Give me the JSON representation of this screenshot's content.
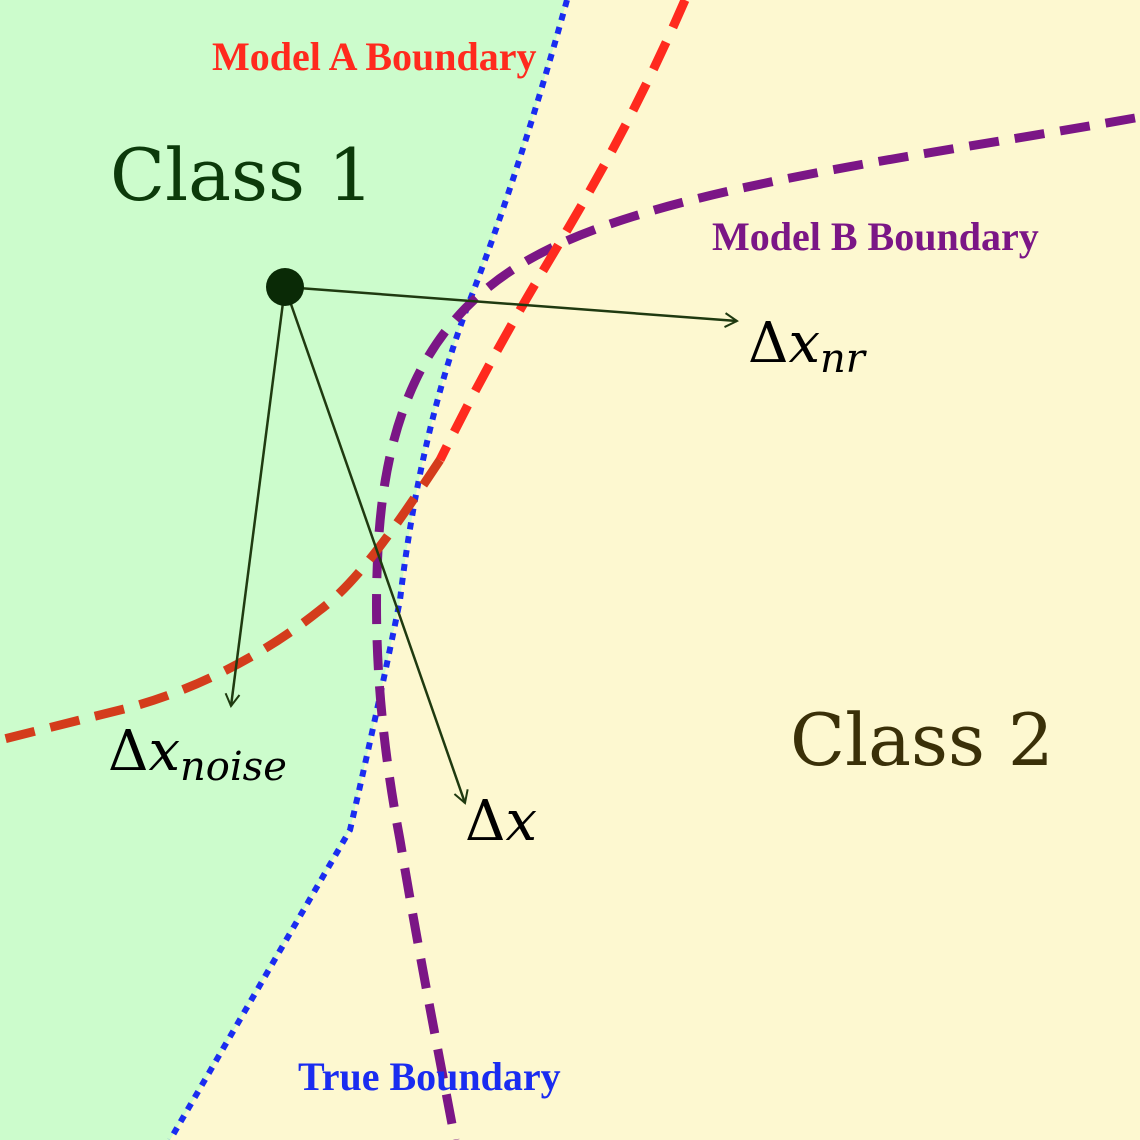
{
  "colors": {
    "class1_region": "#ccfccc",
    "class2_region": "#fdf8d0",
    "model_a": "#ff2a1e",
    "model_a_lower": "#d43c1c",
    "model_b": "#7b1686",
    "true_boundary": "#1a2cf0",
    "point": "#0a2a06",
    "arrow": "#1f3a10"
  },
  "regions": {
    "class1_label": "Class 1",
    "class2_label": "Class 2"
  },
  "boundaries": {
    "model_a_label": "Model A Boundary",
    "model_b_label": "Model B Boundary",
    "true_label": "True Boundary"
  },
  "perturbations": {
    "delta_symbol": "Δ",
    "nr": {
      "var": "x",
      "sub": "nr"
    },
    "noise": {
      "var": "x",
      "sub": "noise"
    },
    "adv": {
      "var": "x",
      "sub": ""
    }
  },
  "icons": {
    "arrowhead": "open-arrowhead",
    "point": "filled-circle"
  }
}
